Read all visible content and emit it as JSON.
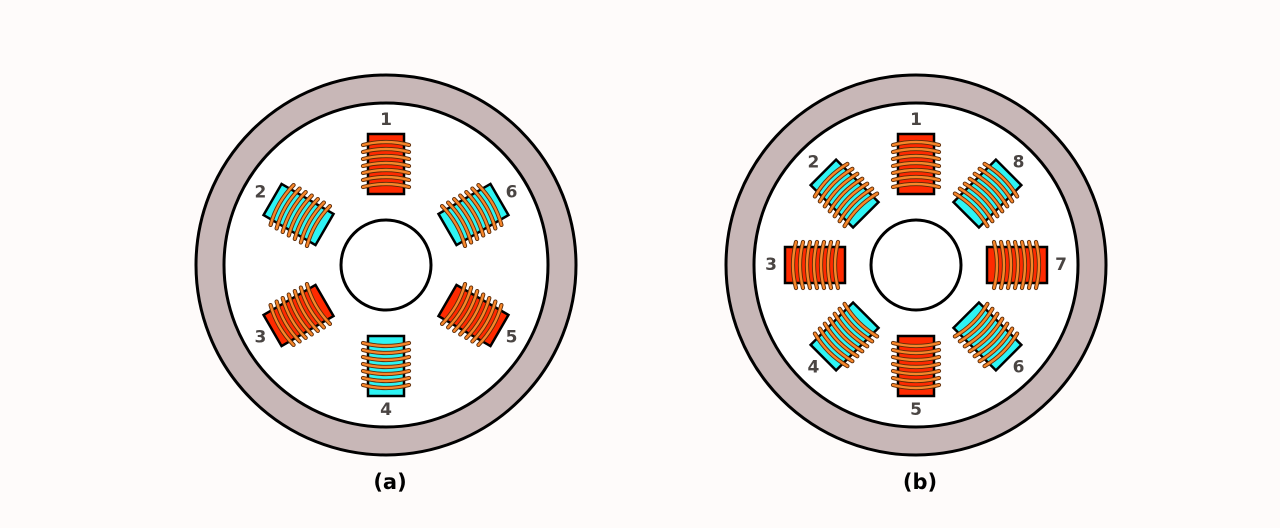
{
  "colors": {
    "housing": "#c8b7b7",
    "outline": "#000000",
    "inner": "#ffffff",
    "winding": "#f7862a",
    "label": "#4a4543",
    "background": "#fefbfa"
  },
  "pole_colors": {
    "energized": "#ff2a00",
    "idle": "#2ef4f4"
  },
  "diagrams": [
    {
      "id": "a",
      "caption": "(a)",
      "poles": [
        {
          "label": "1",
          "angle_deg": 0,
          "state": "energized"
        },
        {
          "label": "2",
          "angle_deg": -60,
          "state": "idle"
        },
        {
          "label": "3",
          "angle_deg": -120,
          "state": "energized"
        },
        {
          "label": "4",
          "angle_deg": 180,
          "state": "idle"
        },
        {
          "label": "5",
          "angle_deg": 120,
          "state": "energized"
        },
        {
          "label": "6",
          "angle_deg": 60,
          "state": "idle"
        }
      ]
    },
    {
      "id": "b",
      "caption": "(b)",
      "poles": [
        {
          "label": "1",
          "angle_deg": 0,
          "state": "energized"
        },
        {
          "label": "2",
          "angle_deg": -45,
          "state": "idle"
        },
        {
          "label": "3",
          "angle_deg": -90,
          "state": "energized"
        },
        {
          "label": "4",
          "angle_deg": -135,
          "state": "idle"
        },
        {
          "label": "5",
          "angle_deg": 180,
          "state": "energized"
        },
        {
          "label": "6",
          "angle_deg": 135,
          "state": "idle"
        },
        {
          "label": "7",
          "angle_deg": 90,
          "state": "energized"
        },
        {
          "label": "8",
          "angle_deg": 45,
          "state": "idle"
        }
      ]
    }
  ]
}
